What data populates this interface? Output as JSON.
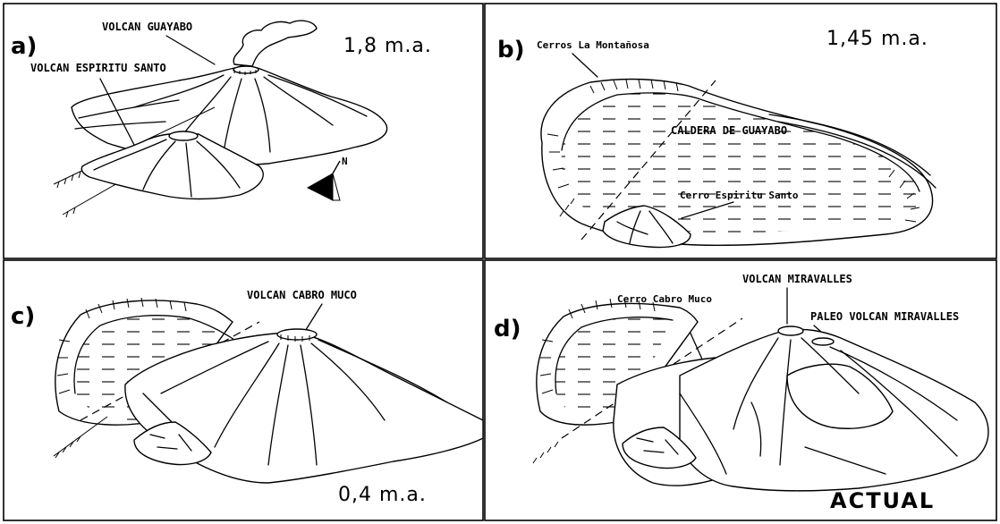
{
  "panels": {
    "a": {
      "letter": "a)",
      "age": "1,8 m.a.",
      "labels": {
        "guayabo": "VOLCAN GUAYABO",
        "espiritu": "VOLCAN ESPIRITU SANTO"
      },
      "north": "N"
    },
    "b": {
      "letter": "b)",
      "age": "1,45 m.a.",
      "labels": {
        "montanosa": "Cerros La Montañosa",
        "caldera": "CALDERA DE GUAYABO",
        "espiritu": "Cerro Espiritu Santo"
      }
    },
    "c": {
      "letter": "c)",
      "age": "0,4 m.a.",
      "labels": {
        "cabro": "VOLCAN CABRO MUCO"
      }
    },
    "d": {
      "letter": "d)",
      "age": "ACTUAL",
      "labels": {
        "cabro": "Cerro Cabro Muco",
        "miravalles": "VOLCAN MIRAVALLES",
        "paleo": "PALEO VOLCAN MIRAVALLES"
      }
    }
  }
}
